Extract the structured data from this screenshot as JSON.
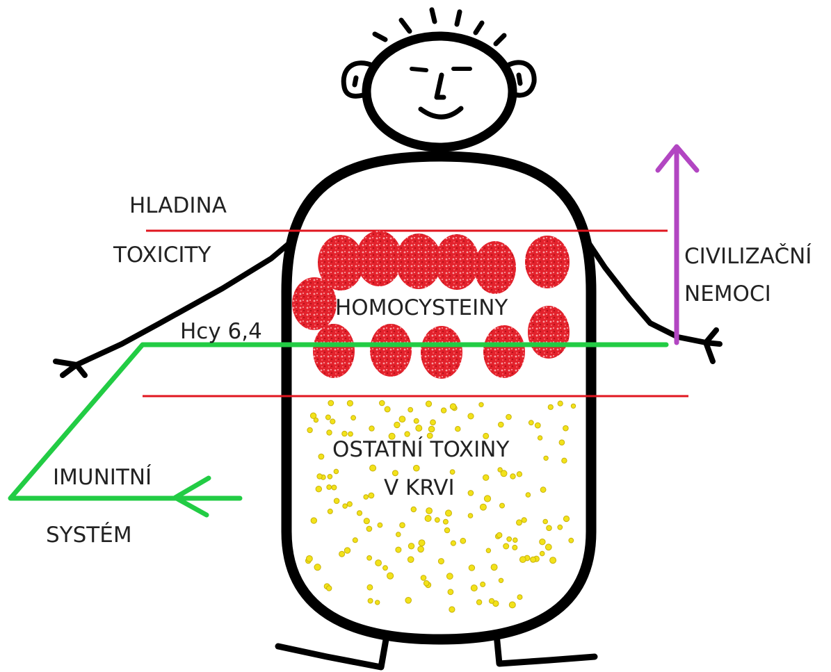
{
  "labels": {
    "hladina": "HLADINA",
    "toxicity": "TOXICITY",
    "homocysteiny": "HOMOCYSTEINY",
    "hcy": "Hcy 6,4",
    "civilizacni": "CIVILIZAČNÍ",
    "nemoci": "NEMOCI",
    "ostatni": "OSTATNÍ TOXINY",
    "vkrvi": "V KRVI",
    "imunitni": "IMUNITNÍ",
    "system": "SYSTÉM"
  },
  "colors": {
    "outline": "#000000",
    "toxicity_line": "#e0161f",
    "immune_line": "#22cc44",
    "disease_arrow": "#b246c2",
    "homocysteine_blob": "#e0202a",
    "toxin_dot": "#f2e21a",
    "text": "#222222"
  },
  "icons": {
    "figure": "stick-figure-body",
    "homocysteine": "red-blob-icon",
    "toxin": "yellow-star-dot-icon"
  }
}
